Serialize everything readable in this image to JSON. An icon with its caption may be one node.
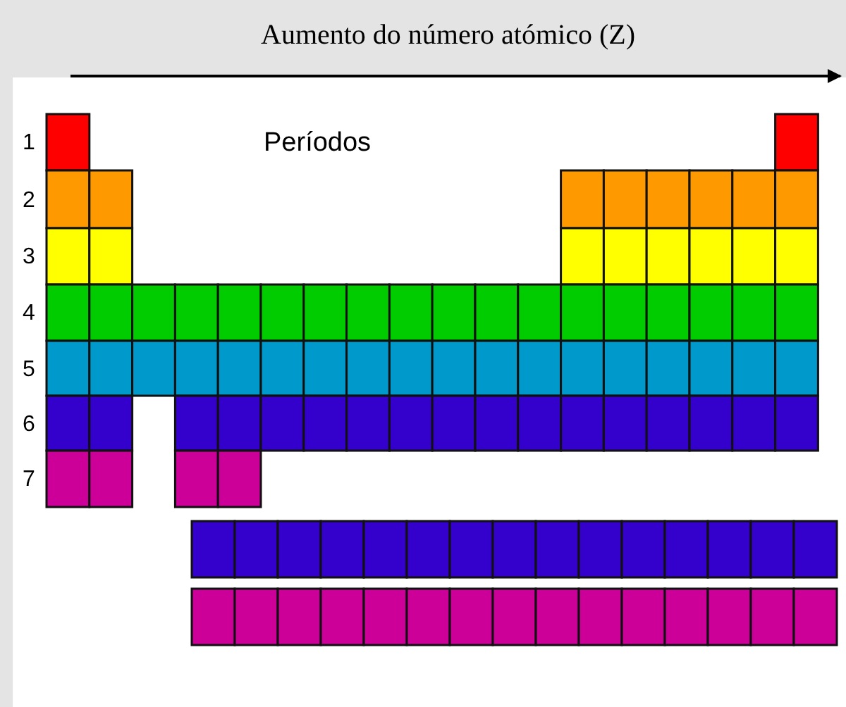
{
  "diagram": {
    "labels": [
      "Aumento do número atómico (Z)",
      "Períodos",
      "1",
      "2",
      "3",
      "4",
      "5",
      "6",
      "7"
    ]
  }
}
